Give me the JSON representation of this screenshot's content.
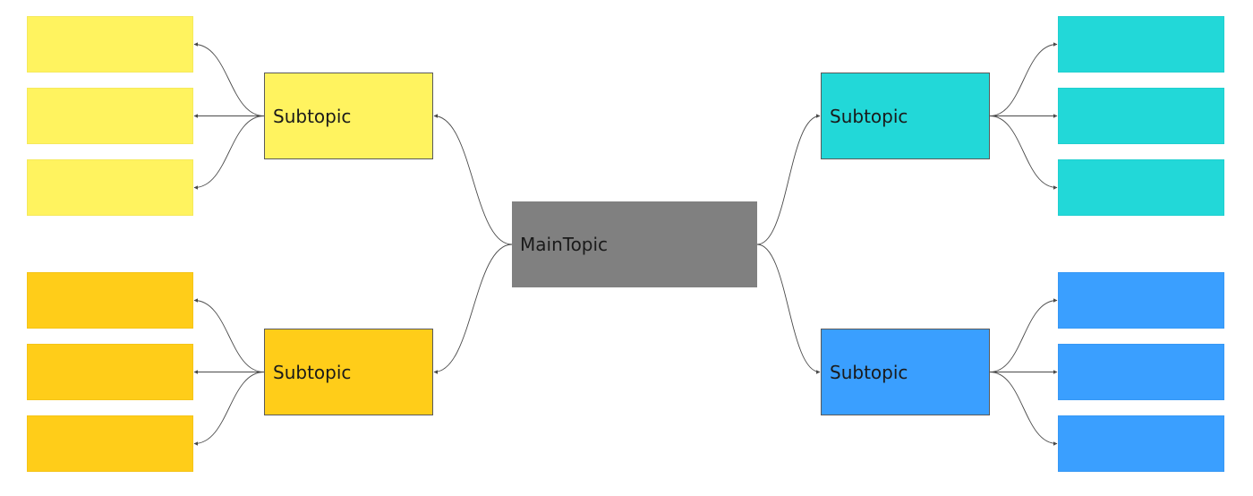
{
  "main_topic": {
    "label": "MainTopic",
    "color": "#808080"
  },
  "subtopics": [
    {
      "id": "top-left",
      "label": "Subtopic",
      "color": "#fff35f",
      "leaf_count": 3
    },
    {
      "id": "bottom-left",
      "label": "Subtopic",
      "color": "#ffcd19",
      "leaf_count": 3
    },
    {
      "id": "top-right",
      "label": "Subtopic",
      "color": "#22d8d8",
      "leaf_count": 3
    },
    {
      "id": "bottom-right",
      "label": "Subtopic",
      "color": "#3a9fff",
      "leaf_count": 3
    }
  ],
  "connector_color": "#4a4a4a"
}
